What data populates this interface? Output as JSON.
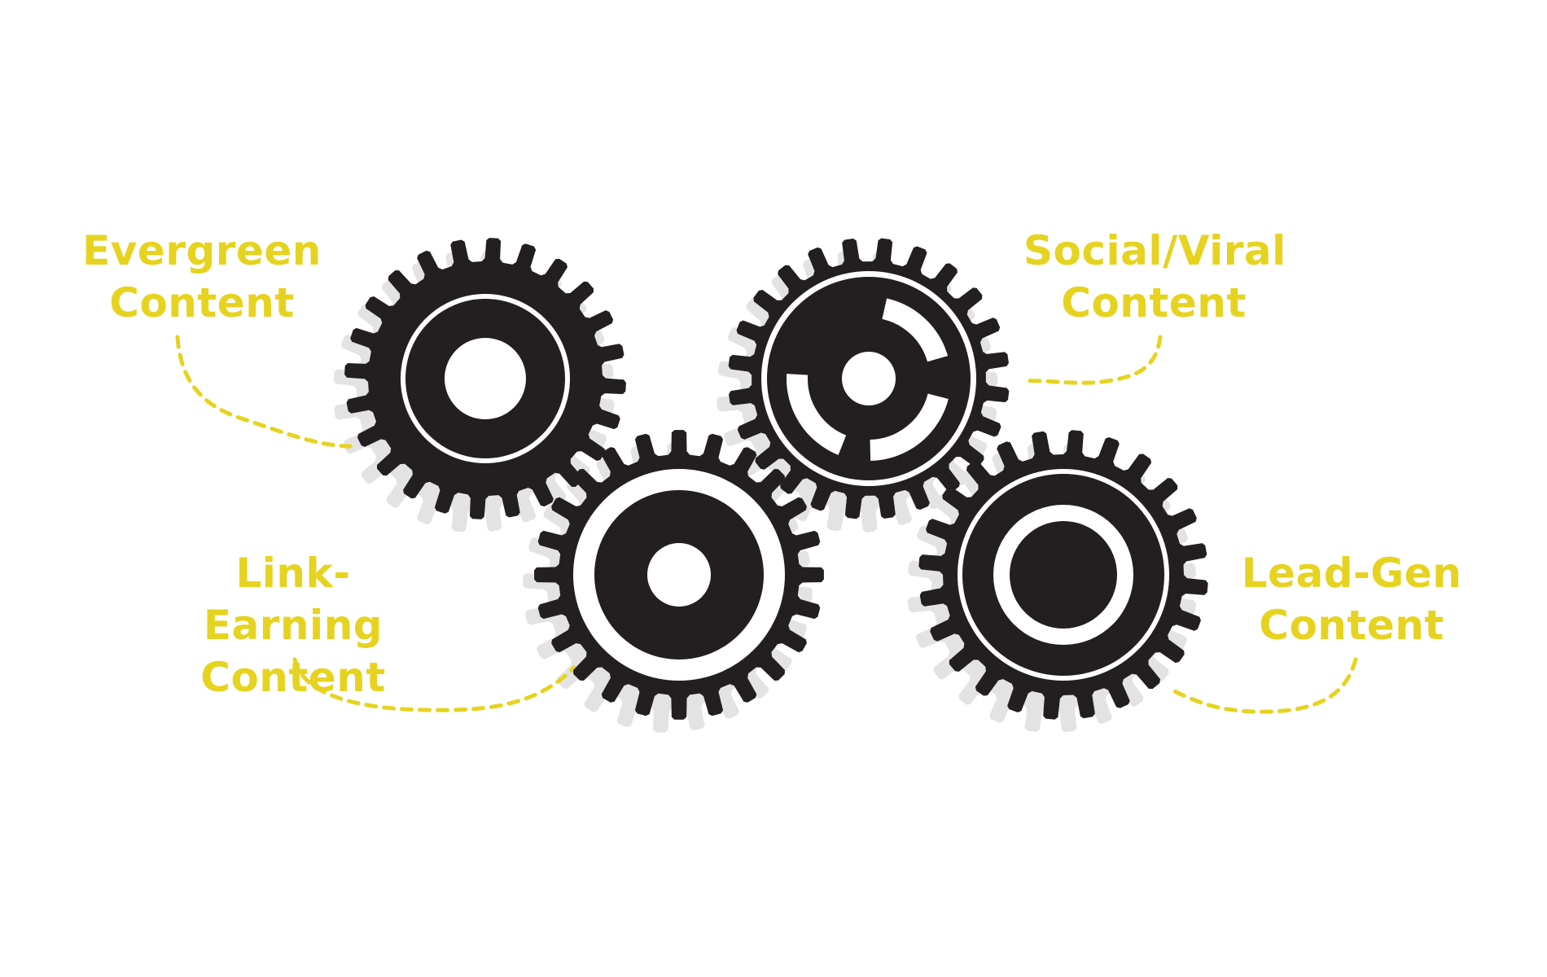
{
  "theme": {
    "label_color": "#e6d320",
    "connector_color": "#e6d320",
    "gear_color": "#231f20",
    "shadow_color": "#e3e3e3",
    "background": "#ffffff"
  },
  "gears": [
    {
      "id": "evergreen",
      "center_style": "ring-with-hub",
      "label": {
        "line1": "Evergreen",
        "line2": "Content"
      }
    },
    {
      "id": "social-viral",
      "center_style": "segmented-arcs",
      "label": {
        "line1": "Social/Viral",
        "line2": "Content"
      }
    },
    {
      "id": "link-earning",
      "center_style": "large-disc-with-hole",
      "label": {
        "line1": "Link-Earning",
        "line2": "Content"
      }
    },
    {
      "id": "lead-gen",
      "center_style": "ring-with-solid-hub",
      "label": {
        "line1": "Lead-Gen",
        "line2": "Content"
      }
    }
  ]
}
